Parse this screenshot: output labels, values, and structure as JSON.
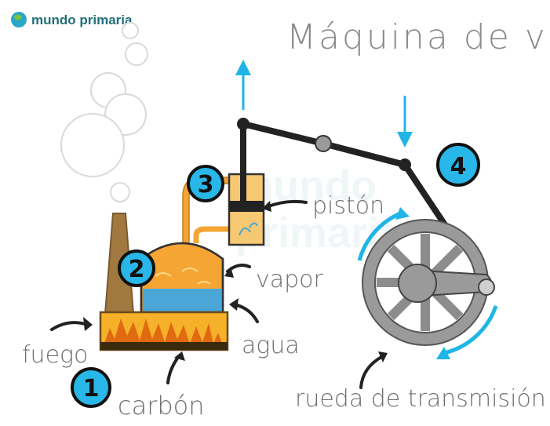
{
  "brand": {
    "name": "mundo primaria",
    "accent": "#1f6f78"
  },
  "title": "Máquina de vapor",
  "watermark": {
    "line1": "mundo",
    "line2": "primaria"
  },
  "labels": {
    "fuego": "fuego",
    "carbon": "carbón",
    "agua": "agua",
    "vapor": "vapor",
    "piston": "pistón",
    "rueda": "rueda de transmisión"
  },
  "steps": [
    "1",
    "2",
    "3",
    "4"
  ],
  "colors": {
    "step_badge": "#29b6e8",
    "arrow_blue": "#1fb5e6",
    "boiler_orange": "#f4a533",
    "water_blue": "#4aa6d6",
    "chimney": "#a07840",
    "fire": "#f29a1c",
    "wheel": "#9a9a9a",
    "smoke": "#e4e4e4"
  }
}
